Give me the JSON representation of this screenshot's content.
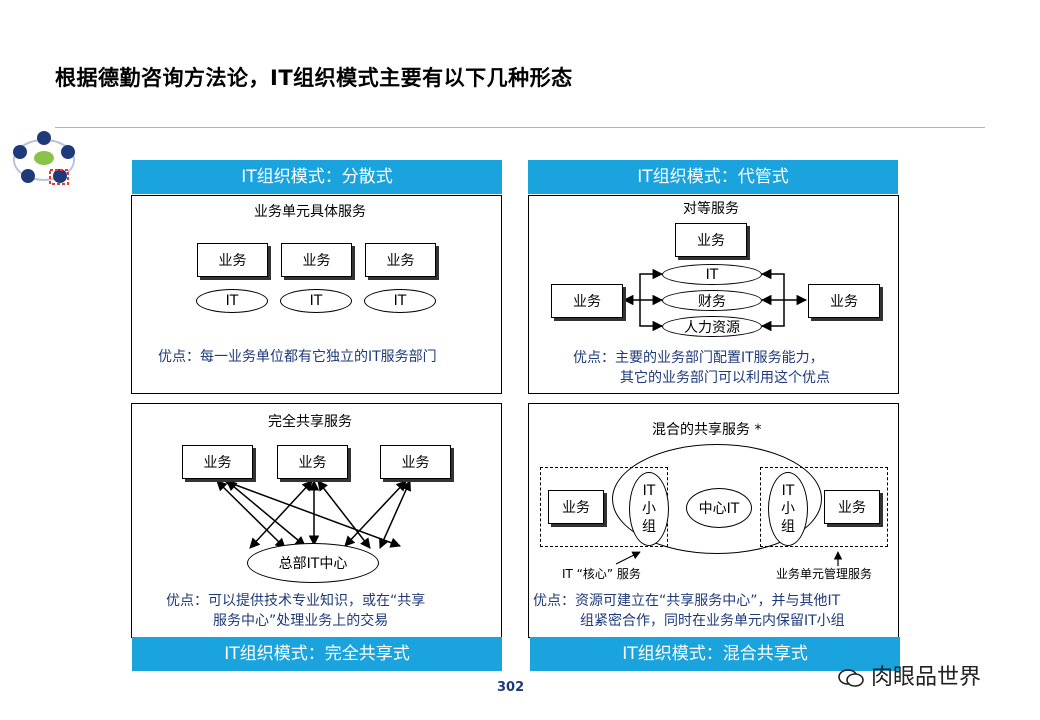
{
  "page_title": "根据德勤咨询方法论，IT组织模式主要有以下几种形态",
  "page_number": "302",
  "watermark": "肉眼品世界",
  "panels": {
    "distributed": {
      "header": "IT组织模式：分散式",
      "subtitle": "业务单元具体服务",
      "business": [
        "业务",
        "业务",
        "业务"
      ],
      "it": [
        "IT",
        "IT",
        "IT"
      ],
      "advantage": [
        "优点：每一业务单位都有它独立的IT服务部门"
      ]
    },
    "managed": {
      "header": "IT组织模式：代管式",
      "subtitle": "对等服务",
      "top_business": "业务",
      "left_business": "业务",
      "right_business": "业务",
      "services": [
        "IT",
        "财务",
        "人力资源"
      ],
      "advantage": [
        "优点：主要的业务部门配置IT服务能力，",
        "其它的业务部门可以利用这个优点"
      ]
    },
    "shared": {
      "header": "IT组织模式：完全共享式",
      "subtitle": "完全共享服务",
      "business": [
        "业务",
        "业务",
        "业务"
      ],
      "center": "总部IT中心",
      "advantage": [
        "优点：可以提供技术专业知识，或在“共享",
        "服务中心”处理业务上的交易"
      ]
    },
    "hybrid": {
      "header": "IT组织模式：混合共享式",
      "subtitle": "混合的共享服务 *",
      "left_business": "业务",
      "right_business": "业务",
      "it_group_left": [
        "IT",
        "小",
        "组"
      ],
      "it_group_right": [
        "IT",
        "小",
        "组"
      ],
      "center": "中心IT",
      "label_left": "IT “核心” 服务",
      "label_right": "业务单元管理服务",
      "advantage": [
        "优点：资源可建立在“共享服务中心”，并与其他IT",
        "组紧密合作，同时在业务单元内保留IT小组"
      ]
    }
  }
}
